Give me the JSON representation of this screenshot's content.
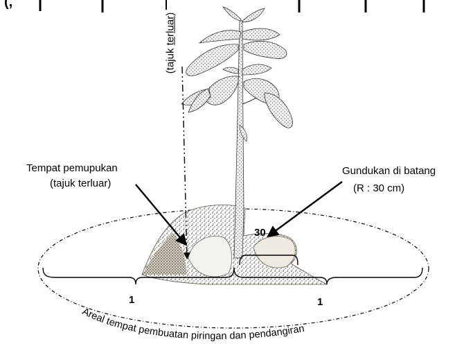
{
  "diagram": {
    "labels": {
      "fertilizer_place_line1": "Tempat pemupukan",
      "fertilizer_place_line2": "(tajuk terluar)",
      "mound_line1": "Gundukan di batang",
      "mound_line2": "(R : 30 cm)",
      "vertical_label_prefix": "(tajuk ",
      "vertical_label_underlined": "te",
      "vertical_label_mid": "r",
      "vertical_label_underlined2": "luar",
      "vertical_label_suffix": ")",
      "dim_mound": "30",
      "dim_left": "1",
      "dim_right": "1",
      "area_caption": "Areal tempat pembuatan piringan dan pendangiran"
    },
    "top_fragment": "(,",
    "colors": {
      "ink": "#000000",
      "foliage": "#5a5a5a",
      "soil": "#8a8070"
    }
  }
}
